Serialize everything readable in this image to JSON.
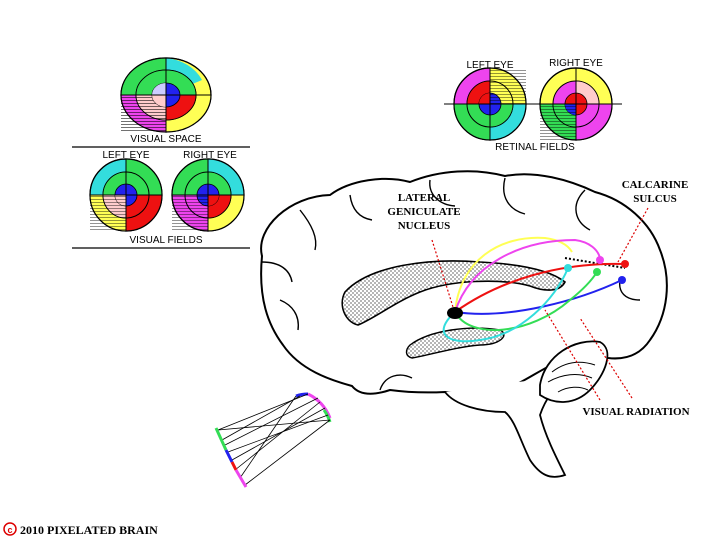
{
  "labels": {
    "visual_space": "VISUAL SPACE",
    "visual_fields": "VISUAL FIELDS",
    "retinal_fields": "RETINAL FIELDS",
    "left_eye": "LEFT EYE",
    "right_eye": "RIGHT EYE",
    "lgn_line1": "LATERAL",
    "lgn_line2": "GENICULATE",
    "lgn_line3": "NUCLEUS",
    "calcarine_line1": "CALCARINE",
    "calcarine_line2": "SULCUS",
    "visual_radiation": "VISUAL RADIATION",
    "copyright_symbol": "c",
    "copyright": "2010  PIXELATED BRAIN"
  },
  "colors": {
    "green": "#33dd55",
    "magenta": "#ee44ee",
    "yellow": "#ffff55",
    "cyan": "#33dddd",
    "red": "#ee1111",
    "blue": "#2222ee",
    "pink": "#ffcccc",
    "lavender": "#ccccff",
    "copyright_red": "#dd0000"
  }
}
